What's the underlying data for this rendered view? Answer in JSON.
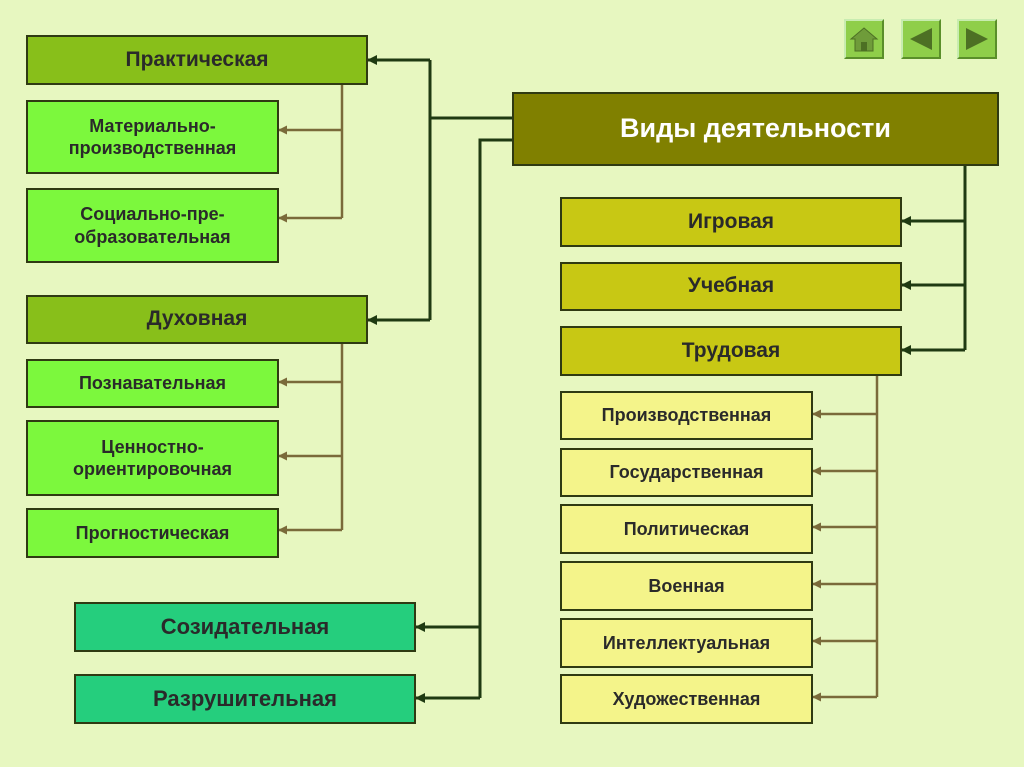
{
  "diagram": {
    "root": "Виды деятельности",
    "left_groups": [
      {
        "label": "Практическая",
        "children": [
          "Материально-\nпроизводственная",
          "Социально-пре-\nобразовательная"
        ]
      },
      {
        "label": "Духовная",
        "children": [
          "Познавательная",
          "Ценностно-\nориентировочная",
          "Прогностическая"
        ]
      }
    ],
    "left_bottom": [
      "Созидательная",
      "Разрушительная"
    ],
    "right_items": [
      "Игровая",
      "Учебная",
      "Трудовая"
    ],
    "labor_children": [
      "Производственная",
      "Государственная",
      "Политическая",
      "Военная",
      "Интеллектуальная",
      "Художественная"
    ]
  },
  "nav": {
    "home_icon": "home-icon",
    "back_icon": "triangle-left-icon",
    "forward_icon": "triangle-right-icon"
  },
  "colors": {
    "background": "#e7f7c0",
    "root": "#808000",
    "level1": "#88bf1a",
    "sub": "#7cf83d",
    "teal": "#25ce7d",
    "olive": "#c8c814",
    "yellow": "#f4f48a",
    "dark_arrow": "#1f3a12",
    "brown_arrow": "#7a6a3a"
  }
}
